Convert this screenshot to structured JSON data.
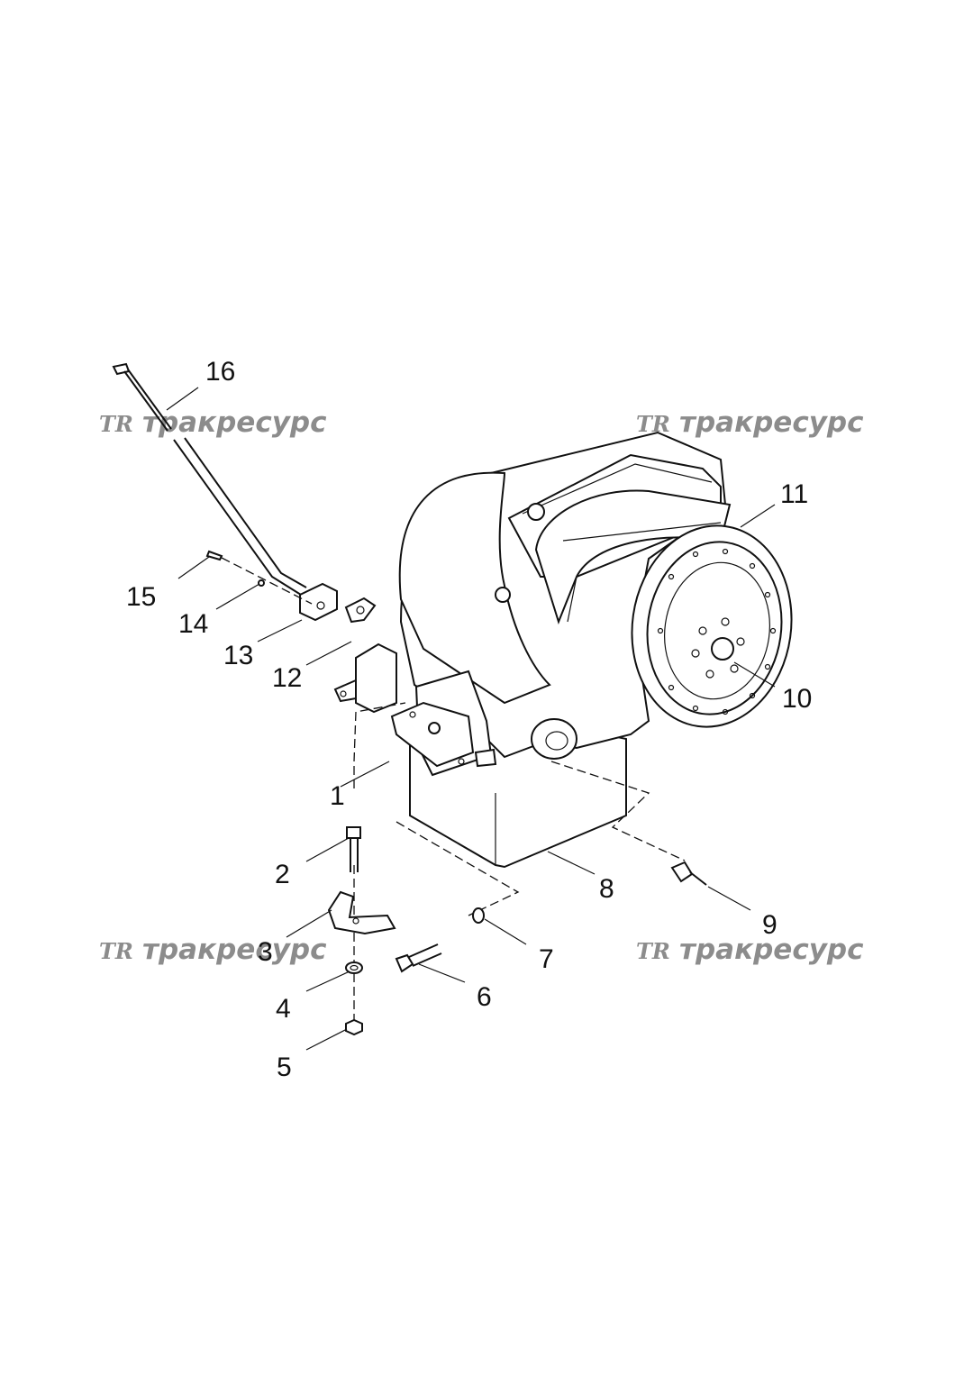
{
  "callouts": [
    {
      "id": "1",
      "label": "1"
    },
    {
      "id": "2",
      "label": "2"
    },
    {
      "id": "3",
      "label": "3"
    },
    {
      "id": "4",
      "label": "4"
    },
    {
      "id": "5",
      "label": "5"
    },
    {
      "id": "6",
      "label": "6"
    },
    {
      "id": "7",
      "label": "7"
    },
    {
      "id": "8",
      "label": "8"
    },
    {
      "id": "9",
      "label": "9"
    },
    {
      "id": "10",
      "label": "10"
    },
    {
      "id": "11",
      "label": "11"
    },
    {
      "id": "12",
      "label": "12"
    },
    {
      "id": "13",
      "label": "13"
    },
    {
      "id": "14",
      "label": "14"
    },
    {
      "id": "15",
      "label": "15"
    },
    {
      "id": "16",
      "label": "16"
    }
  ],
  "watermark": {
    "logo": "TR",
    "text": "тракресурс",
    "color": "#8c8c8c"
  }
}
